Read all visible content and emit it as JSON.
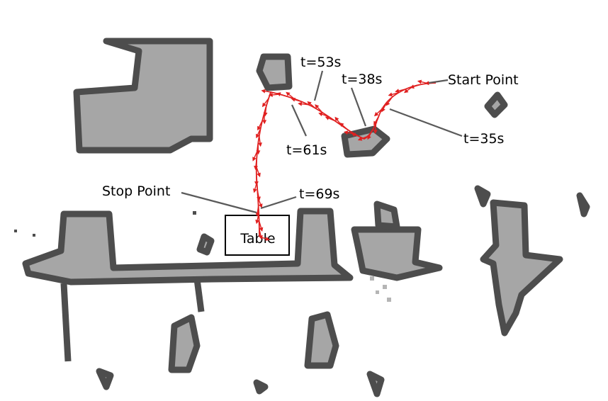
{
  "labels": {
    "start": "Start Point",
    "stop": "Stop Point",
    "table": "Table",
    "t35": "t=35s",
    "t38": "t=38s",
    "t53": "t=53s",
    "t61": "t=61s",
    "t69": "t=69s"
  },
  "colors": {
    "obstacle_edge": "#4d4d4d",
    "obstacle_fill": "#a6a6a6",
    "trajectory": "#e02020",
    "leader_line": "#5a5a5a",
    "text": "#000000"
  }
}
